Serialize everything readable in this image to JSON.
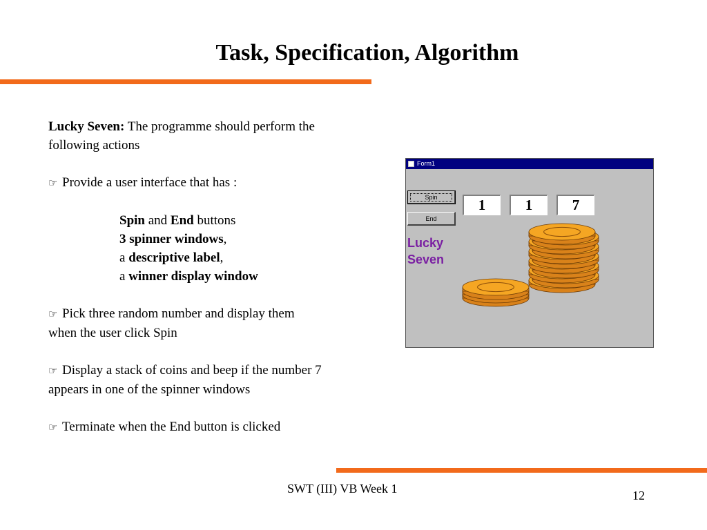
{
  "title": "Task, Specification, Algorithm",
  "intro": {
    "label": "Lucky Seven:",
    "text_line1": " The programme should perform the",
    "text_line2": "following actions"
  },
  "bullets": {
    "b1": "Provide a user interface that has :",
    "b2_line1": "Pick three random number and display them",
    "b2_line2": "when the user click Spin",
    "b3_line1": "Display a stack of coins and beep if the number 7",
    "b3_line2": "appears in one of the spinner windows",
    "b4": "Terminate when the End button is clicked"
  },
  "sub": {
    "spin": "Spin",
    "and": " and ",
    "end": "End",
    "buttons": " buttons",
    "spinner_windows": "3 spinner windows",
    "comma1": ",",
    "a1": "a ",
    "descriptive_label": "descriptive label",
    "comma2": ",",
    "a2": "a ",
    "winner_display": "winner display window"
  },
  "bullet_glyph": "☞",
  "form": {
    "title": "Form1",
    "spin_button": "Spin",
    "end_button": "End",
    "spinners": [
      "1",
      "1",
      "7"
    ],
    "label_line1": "Lucky",
    "label_line2": "Seven",
    "label_color": "#7a1fa2",
    "coin_color": "#f5a623"
  },
  "footer": {
    "course": "SWT (III) VB Week 1",
    "page": "12"
  },
  "colors": {
    "accent_bar": "#f26a1b",
    "titlebar": "#000080"
  }
}
